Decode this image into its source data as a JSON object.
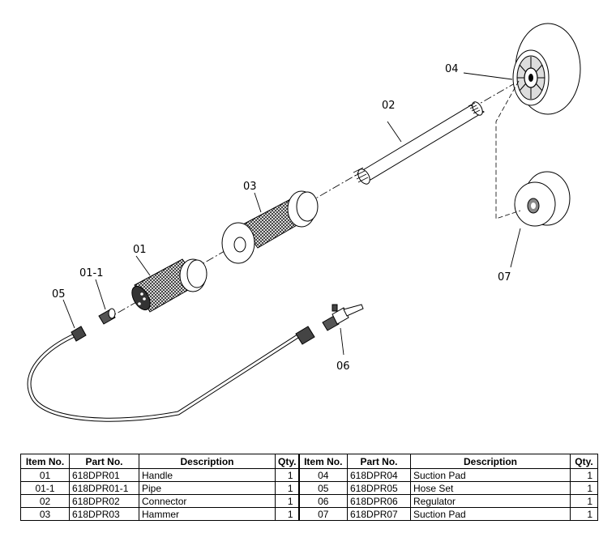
{
  "callouts": {
    "c01": "01",
    "c01_1": "01-1",
    "c02": "02",
    "c03": "03",
    "c04": "04",
    "c05": "05",
    "c06": "06",
    "c07": "07"
  },
  "table": {
    "headers": [
      "Item No.",
      "Part No.",
      "Description",
      "Qty.",
      "Item No.",
      "Part No.",
      "Description",
      "Qty."
    ],
    "rows": [
      [
        "01",
        "618DPR01",
        "Handle",
        "1",
        "04",
        "618DPR04",
        "Suction Pad",
        "1"
      ],
      [
        "01-1",
        "618DPR01-1",
        "Pipe",
        "1",
        "05",
        "618DPR05",
        "Hose Set",
        "1"
      ],
      [
        "02",
        "618DPR02",
        "Connector",
        "1",
        "06",
        "618DPR06",
        "Regulator",
        "1"
      ],
      [
        "03",
        "618DPR03",
        "Hammer",
        "1",
        "07",
        "618DPR07",
        "Suction Pad",
        "1"
      ]
    ]
  }
}
